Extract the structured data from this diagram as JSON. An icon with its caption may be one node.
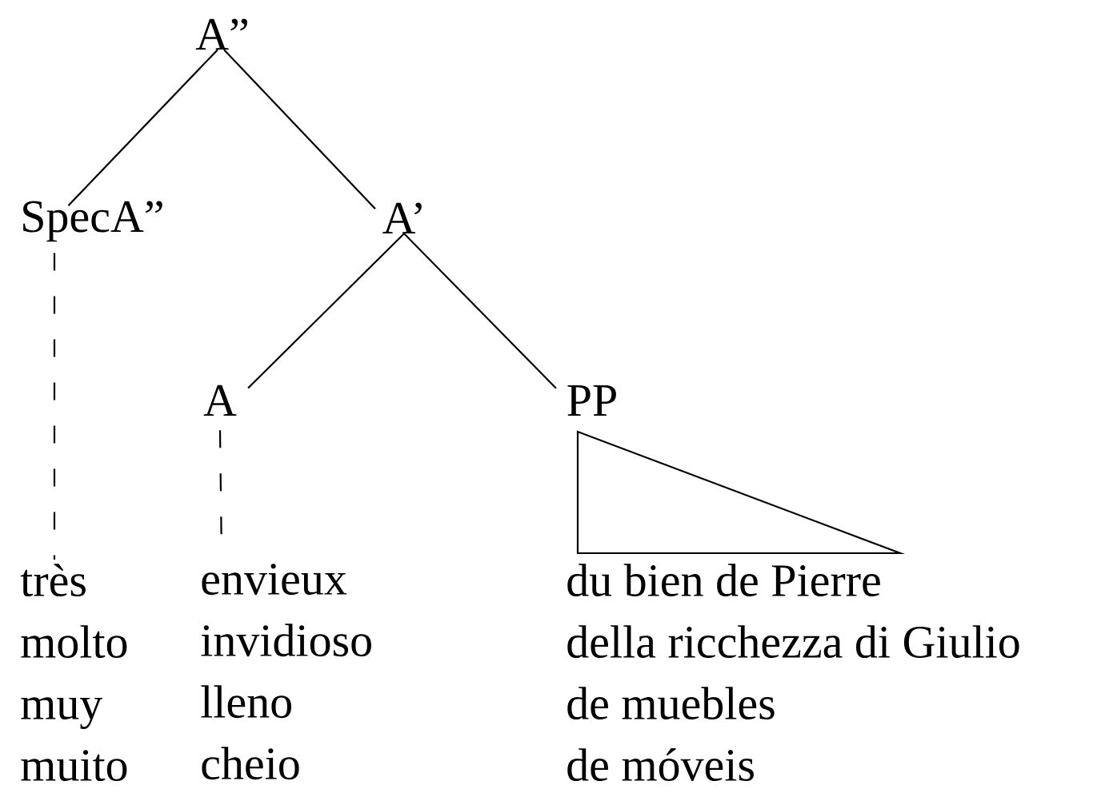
{
  "diagram": {
    "nodes": [
      {
        "text": [
          "A”"
        ]
      },
      {
        "text": [
          "SpecA”"
        ]
      },
      {
        "text": [
          "A’"
        ]
      },
      {
        "text": [
          "A"
        ]
      },
      {
        "text": [
          "PP"
        ]
      },
      {
        "text": [],
        "shape": "triangle"
      },
      {
        "text": [
          "très",
          "molto",
          "muy",
          "muito"
        ]
      },
      {
        "text": [
          "envieux",
          "invidioso",
          "lleno",
          "cheio"
        ]
      },
      {
        "text": [
          "du bien de Pierre",
          "della ricchezza di Giulio",
          "de muebles",
          "de móveis"
        ]
      }
    ],
    "edges": [
      {
        "from": 0,
        "to": 1,
        "arrow": "none"
      },
      {
        "from": 0,
        "to": 2,
        "arrow": "none"
      },
      {
        "from": 2,
        "to": 3,
        "arrow": "none"
      },
      {
        "from": 2,
        "to": 4,
        "arrow": "none"
      },
      {
        "from": 1,
        "to": 6,
        "arrow": "none",
        "style": "dashed"
      },
      {
        "from": 3,
        "to": 7,
        "arrow": "none",
        "style": "dashed"
      }
    ]
  }
}
